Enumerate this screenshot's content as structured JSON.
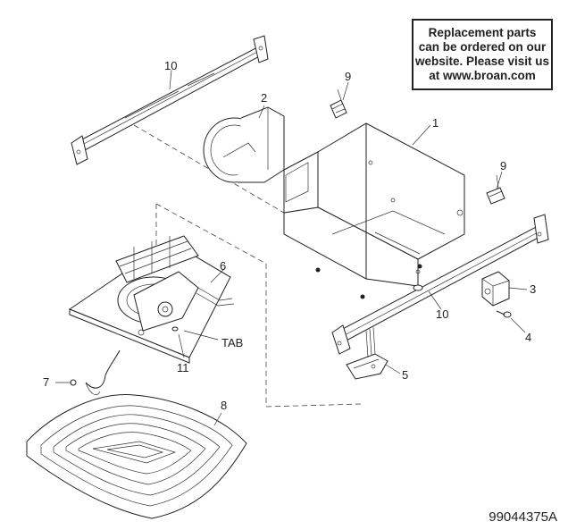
{
  "notice": {
    "text": "Replacement parts\ncan be ordered on our\nwebsite. Please visit us\nat www.broan.com"
  },
  "document_id": "99044375A",
  "part_labels": {
    "p1": "1",
    "p2": "2",
    "p3": "3",
    "p4": "4",
    "p5": "5",
    "p6": "6",
    "p7": "7",
    "p8": "8",
    "p9a": "9",
    "p9b": "9",
    "p10a": "10",
    "p10b": "10",
    "p11": "11",
    "tab": "TAB"
  }
}
